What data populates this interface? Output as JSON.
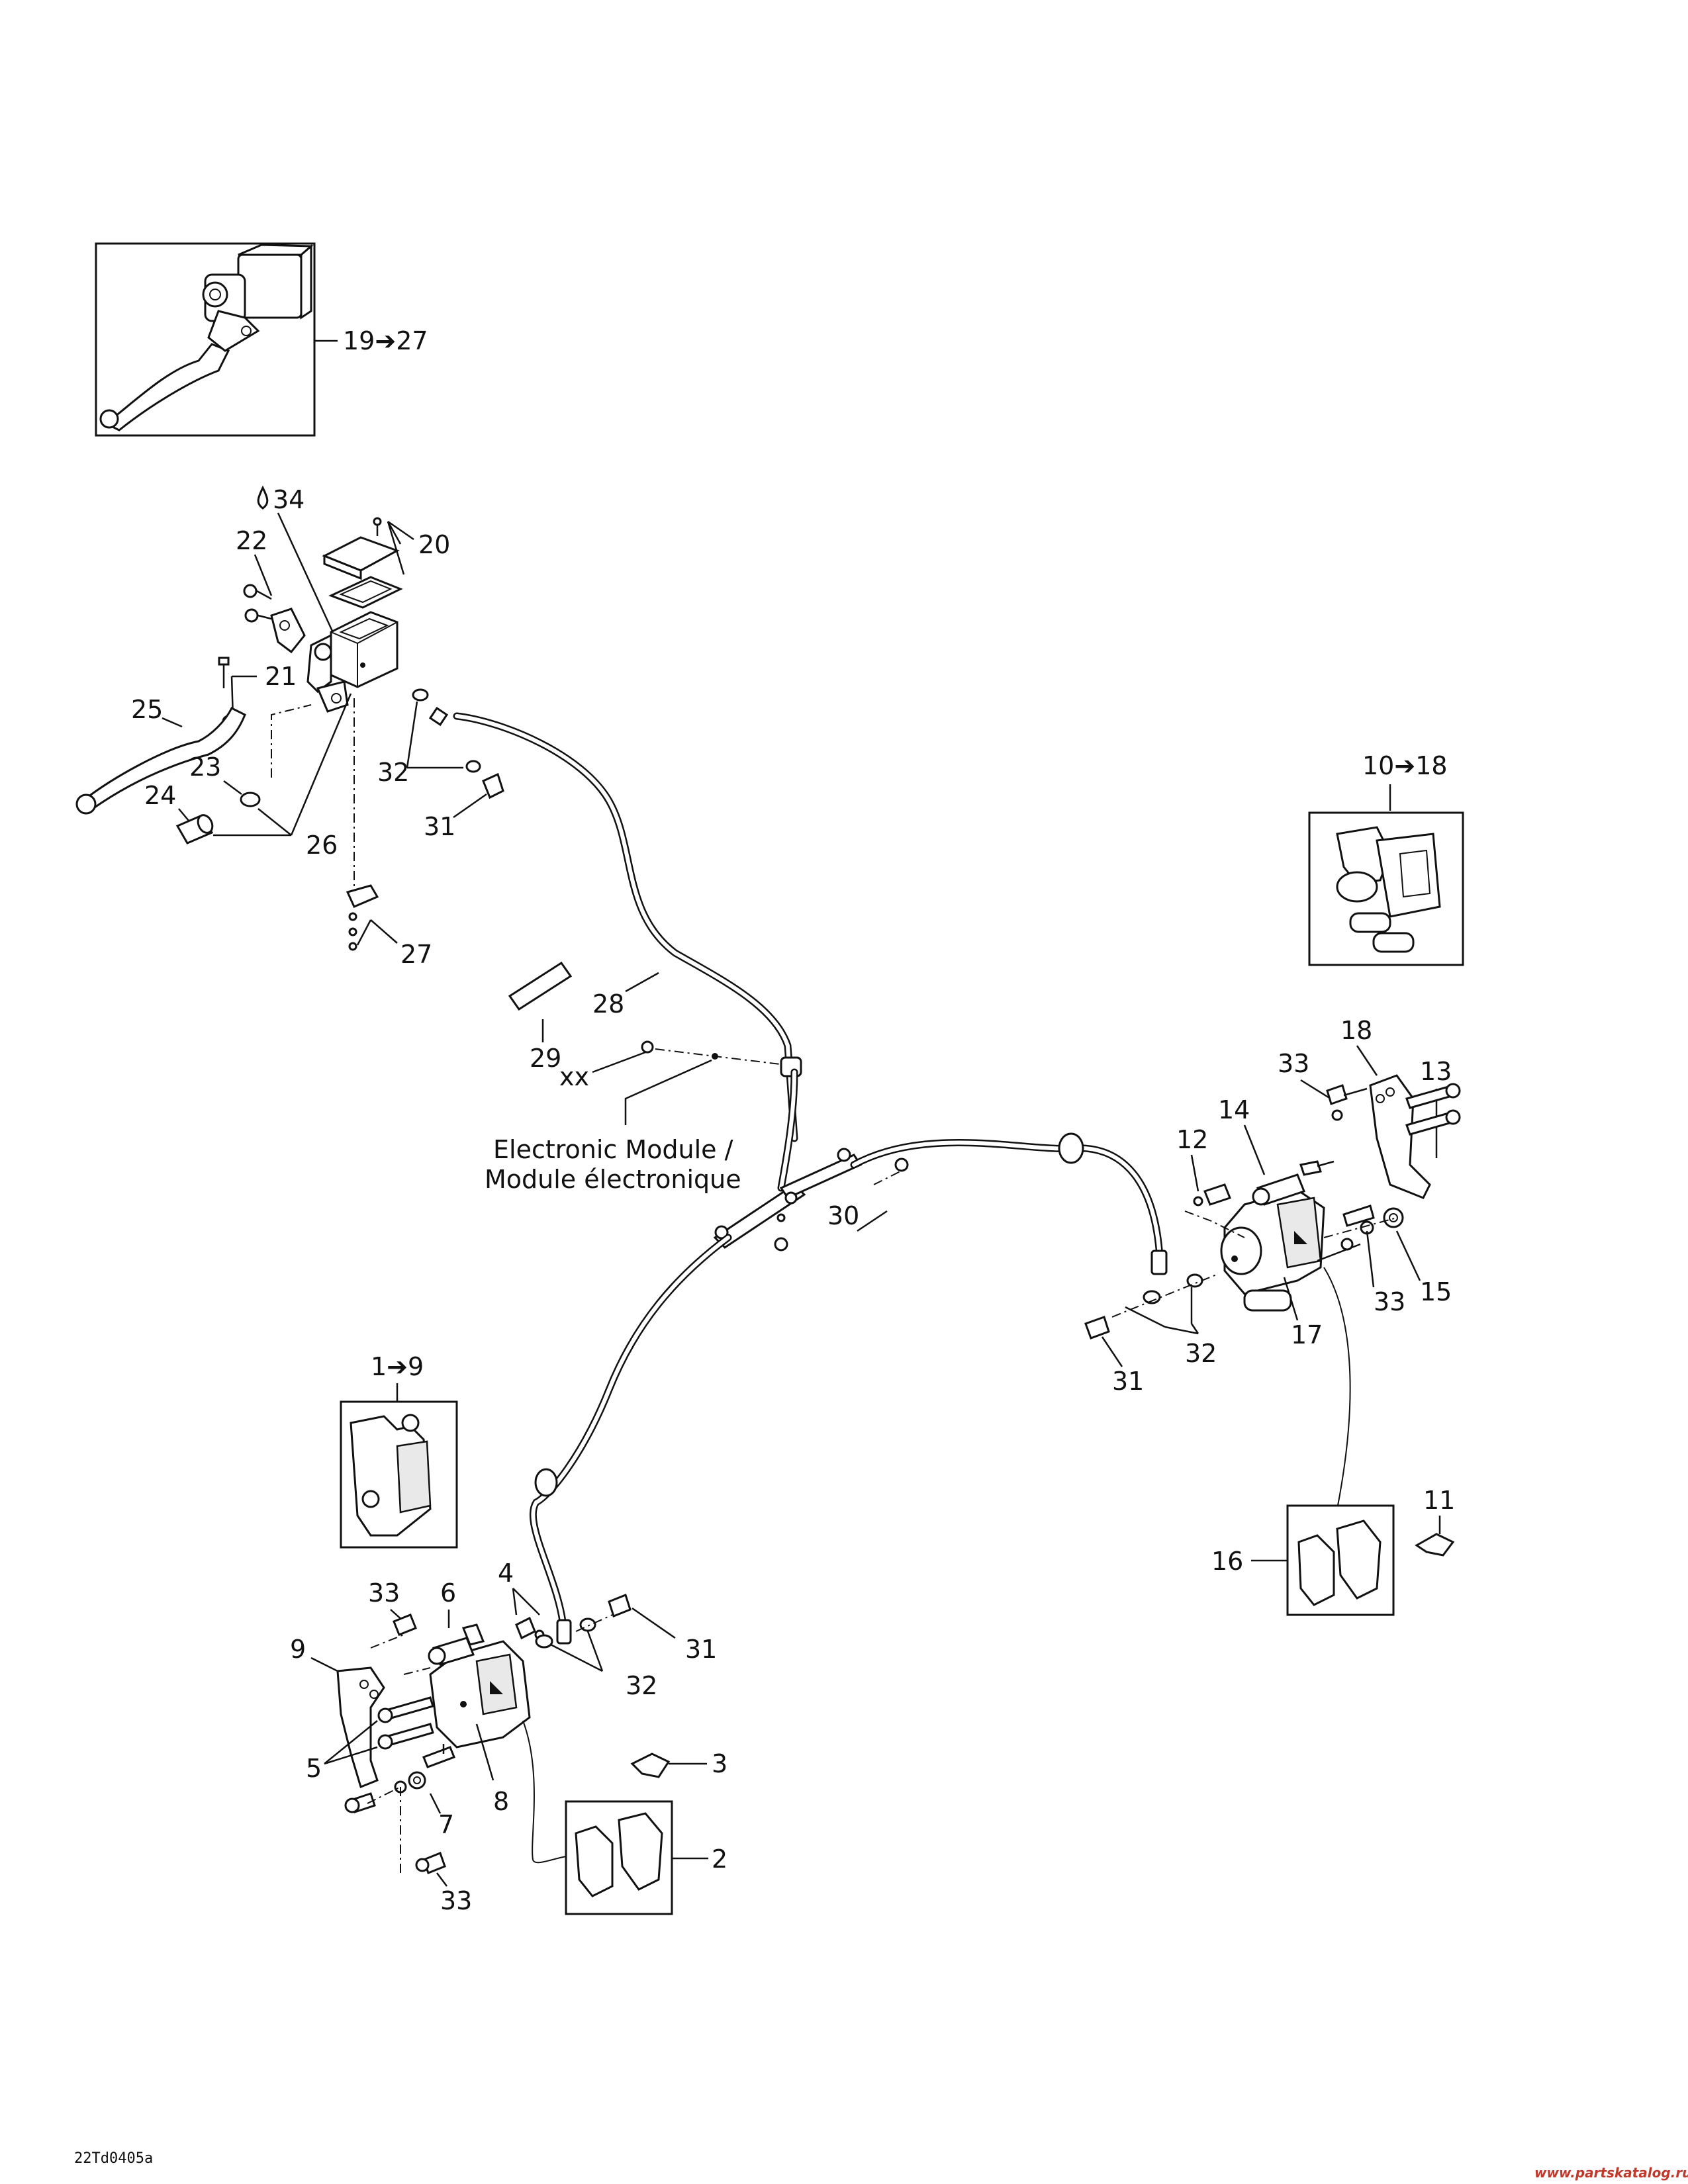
{
  "callouts": {
    "c1": "19➔27",
    "c2": "34",
    "c3": "20",
    "c4": "22",
    "c5": "21",
    "c6": "25",
    "c7": "23",
    "c8": "24",
    "c9": "26",
    "c10": "32",
    "c11": "31",
    "c12": "27",
    "c13": "28",
    "c14": "29",
    "c15": "xx",
    "c16": "10➔18",
    "c17": "18",
    "c18": "33",
    "c19": "13",
    "c20": "14",
    "c21": "12",
    "c22": "30",
    "c23": "33",
    "c24": "15",
    "c25": "17",
    "c26": "32",
    "c27": "31",
    "c28": "1➔9",
    "c29": "11",
    "c30": "16",
    "c31": "33",
    "c32": "6",
    "c33": "4",
    "c34": "9",
    "c35": "31",
    "c36": "32",
    "c37": "5",
    "c38": "7",
    "c39": "8",
    "c40": "3",
    "c41": "2",
    "c42": "33"
  },
  "module_label": {
    "line1": "Electronic Module /",
    "line2": "Module électronique"
  },
  "drawing_code": "22Td0405a",
  "watermark": "www.partskatalog.ru",
  "icons": {
    "drop": "fluid-drop-icon"
  }
}
